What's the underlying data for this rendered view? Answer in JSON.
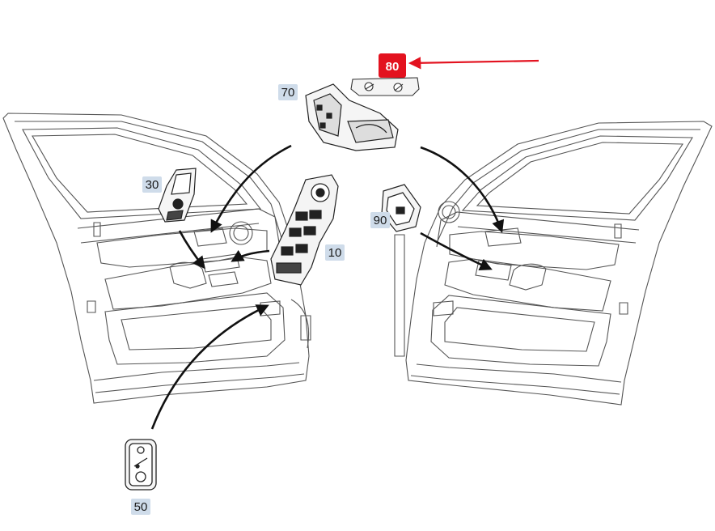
{
  "diagram": {
    "callouts": [
      {
        "id": "10",
        "label": "10",
        "highlighted": false
      },
      {
        "id": "30",
        "label": "30",
        "highlighted": false
      },
      {
        "id": "50",
        "label": "50",
        "highlighted": false
      },
      {
        "id": "70",
        "label": "70",
        "highlighted": false
      },
      {
        "id": "80",
        "label": "80",
        "highlighted": true
      },
      {
        "id": "90",
        "label": "90",
        "highlighted": false
      }
    ],
    "colors": {
      "label_bg": "#cfdcea",
      "highlight_bg": "#e3121f",
      "highlight_arrow": "#e3121f",
      "line": "#111111",
      "outline": "#555555"
    }
  }
}
